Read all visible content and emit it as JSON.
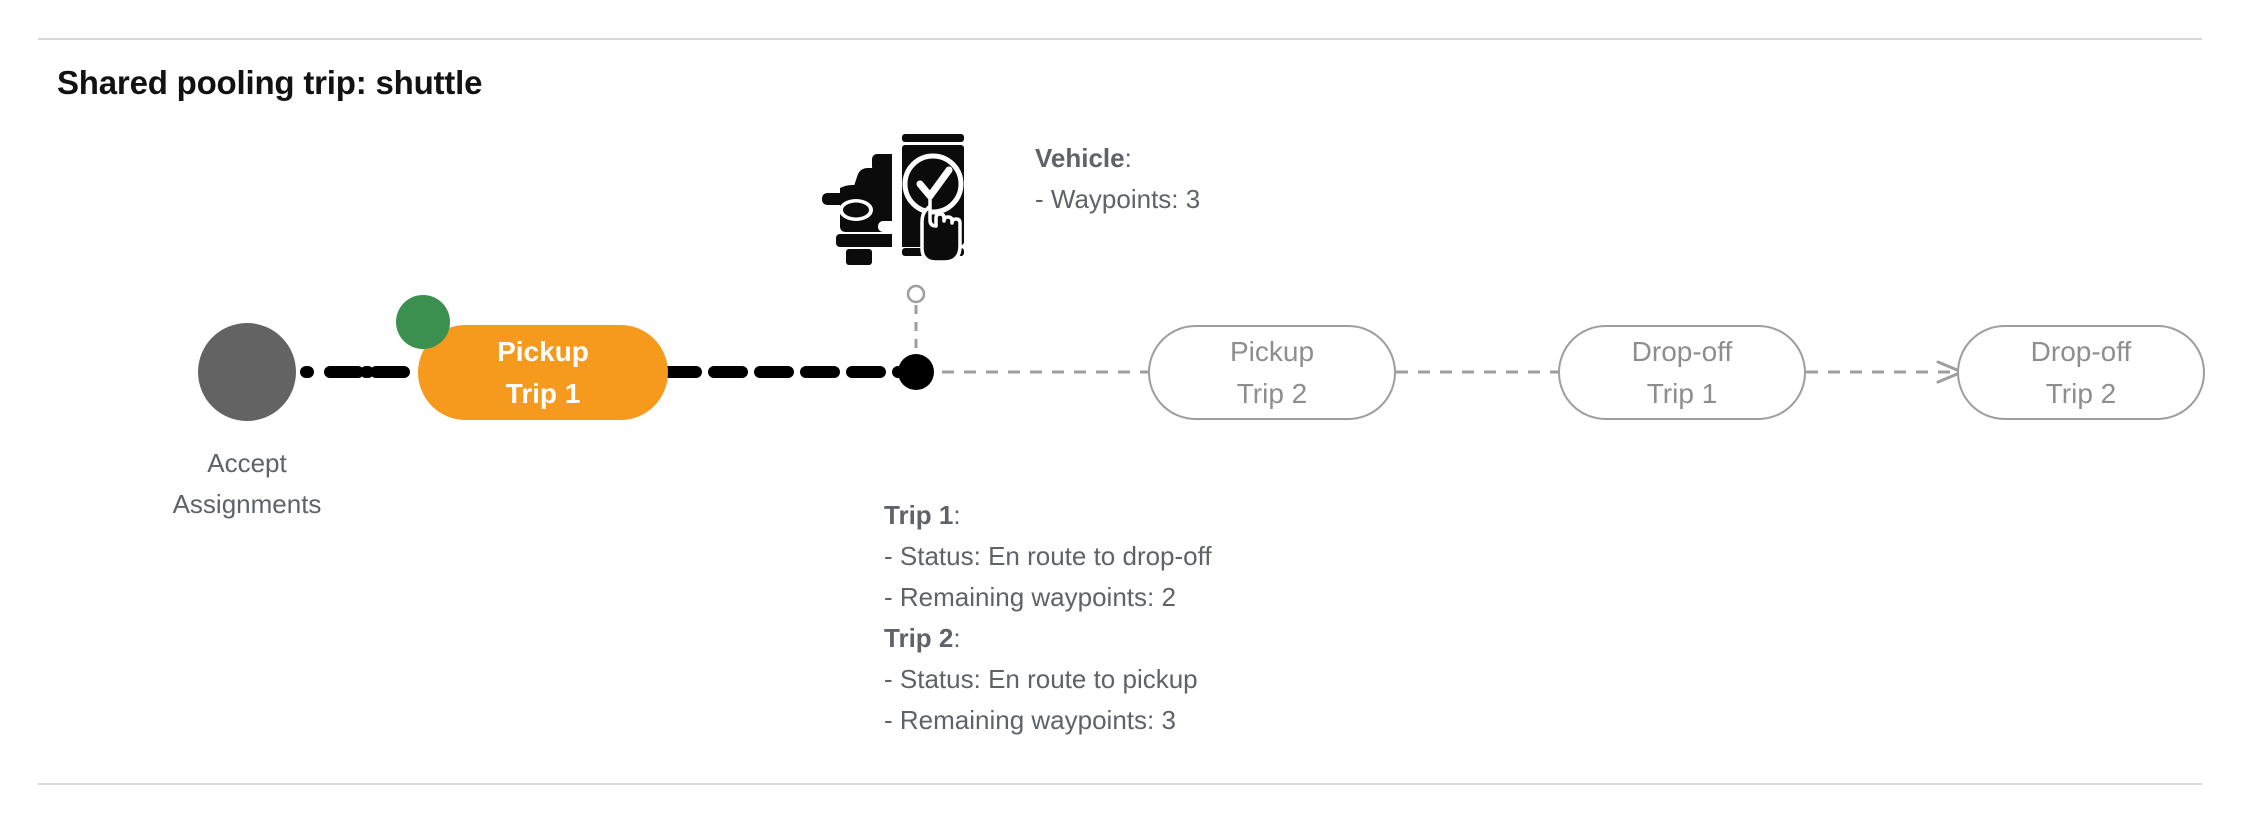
{
  "page": {
    "title": "Shared pooling trip: shuttle",
    "background": "#ffffff",
    "divider_color": "#d8d8d8"
  },
  "colors": {
    "active_pill": "#F69A1E",
    "active_pill_text": "#ffffff",
    "future_pill_border": "#9e9e9e",
    "future_pill_text": "#8e8e8e",
    "completed_node": "#636363",
    "success_badge": "#3B9050",
    "traveled_path": "#000000",
    "upcoming_path": "#9e9e9e",
    "body_text": "#5f6368"
  },
  "flow": {
    "start_node": {
      "icon": "check-circle-icon",
      "label_line_1": "Accept",
      "label_line_2": "Assignments",
      "state": "completed"
    },
    "nodes": [
      {
        "line_1": "Pickup",
        "line_2": "Trip 1",
        "state": "active",
        "badge": "check-badge-icon"
      },
      {
        "line_1": "Pickup",
        "line_2": "Trip 2",
        "state": "upcoming"
      },
      {
        "line_1": "Drop-off",
        "line_2": "Trip 1",
        "state": "upcoming"
      },
      {
        "line_1": "Drop-off",
        "line_2": "Trip 2",
        "state": "upcoming"
      }
    ]
  },
  "vehicle": {
    "icon": "car-phone-check-icon",
    "marker": "vehicle-position-marker",
    "heading": "Vehicle",
    "heading_suffix": ":",
    "waypoints_label": "- Waypoints:",
    "waypoints_value": "3"
  },
  "trip_details": [
    {
      "heading": "Trip 1",
      "heading_suffix": ":",
      "status_label": "- Status:",
      "status_value": "En route to drop-off",
      "waypoints_label": "- Remaining waypoints:",
      "waypoints_value": "2"
    },
    {
      "heading": "Trip 2",
      "heading_suffix": ":",
      "status_label": "- Status:",
      "status_value": "En route to pickup",
      "waypoints_label": "- Remaining waypoints:",
      "waypoints_value": "3"
    }
  ]
}
